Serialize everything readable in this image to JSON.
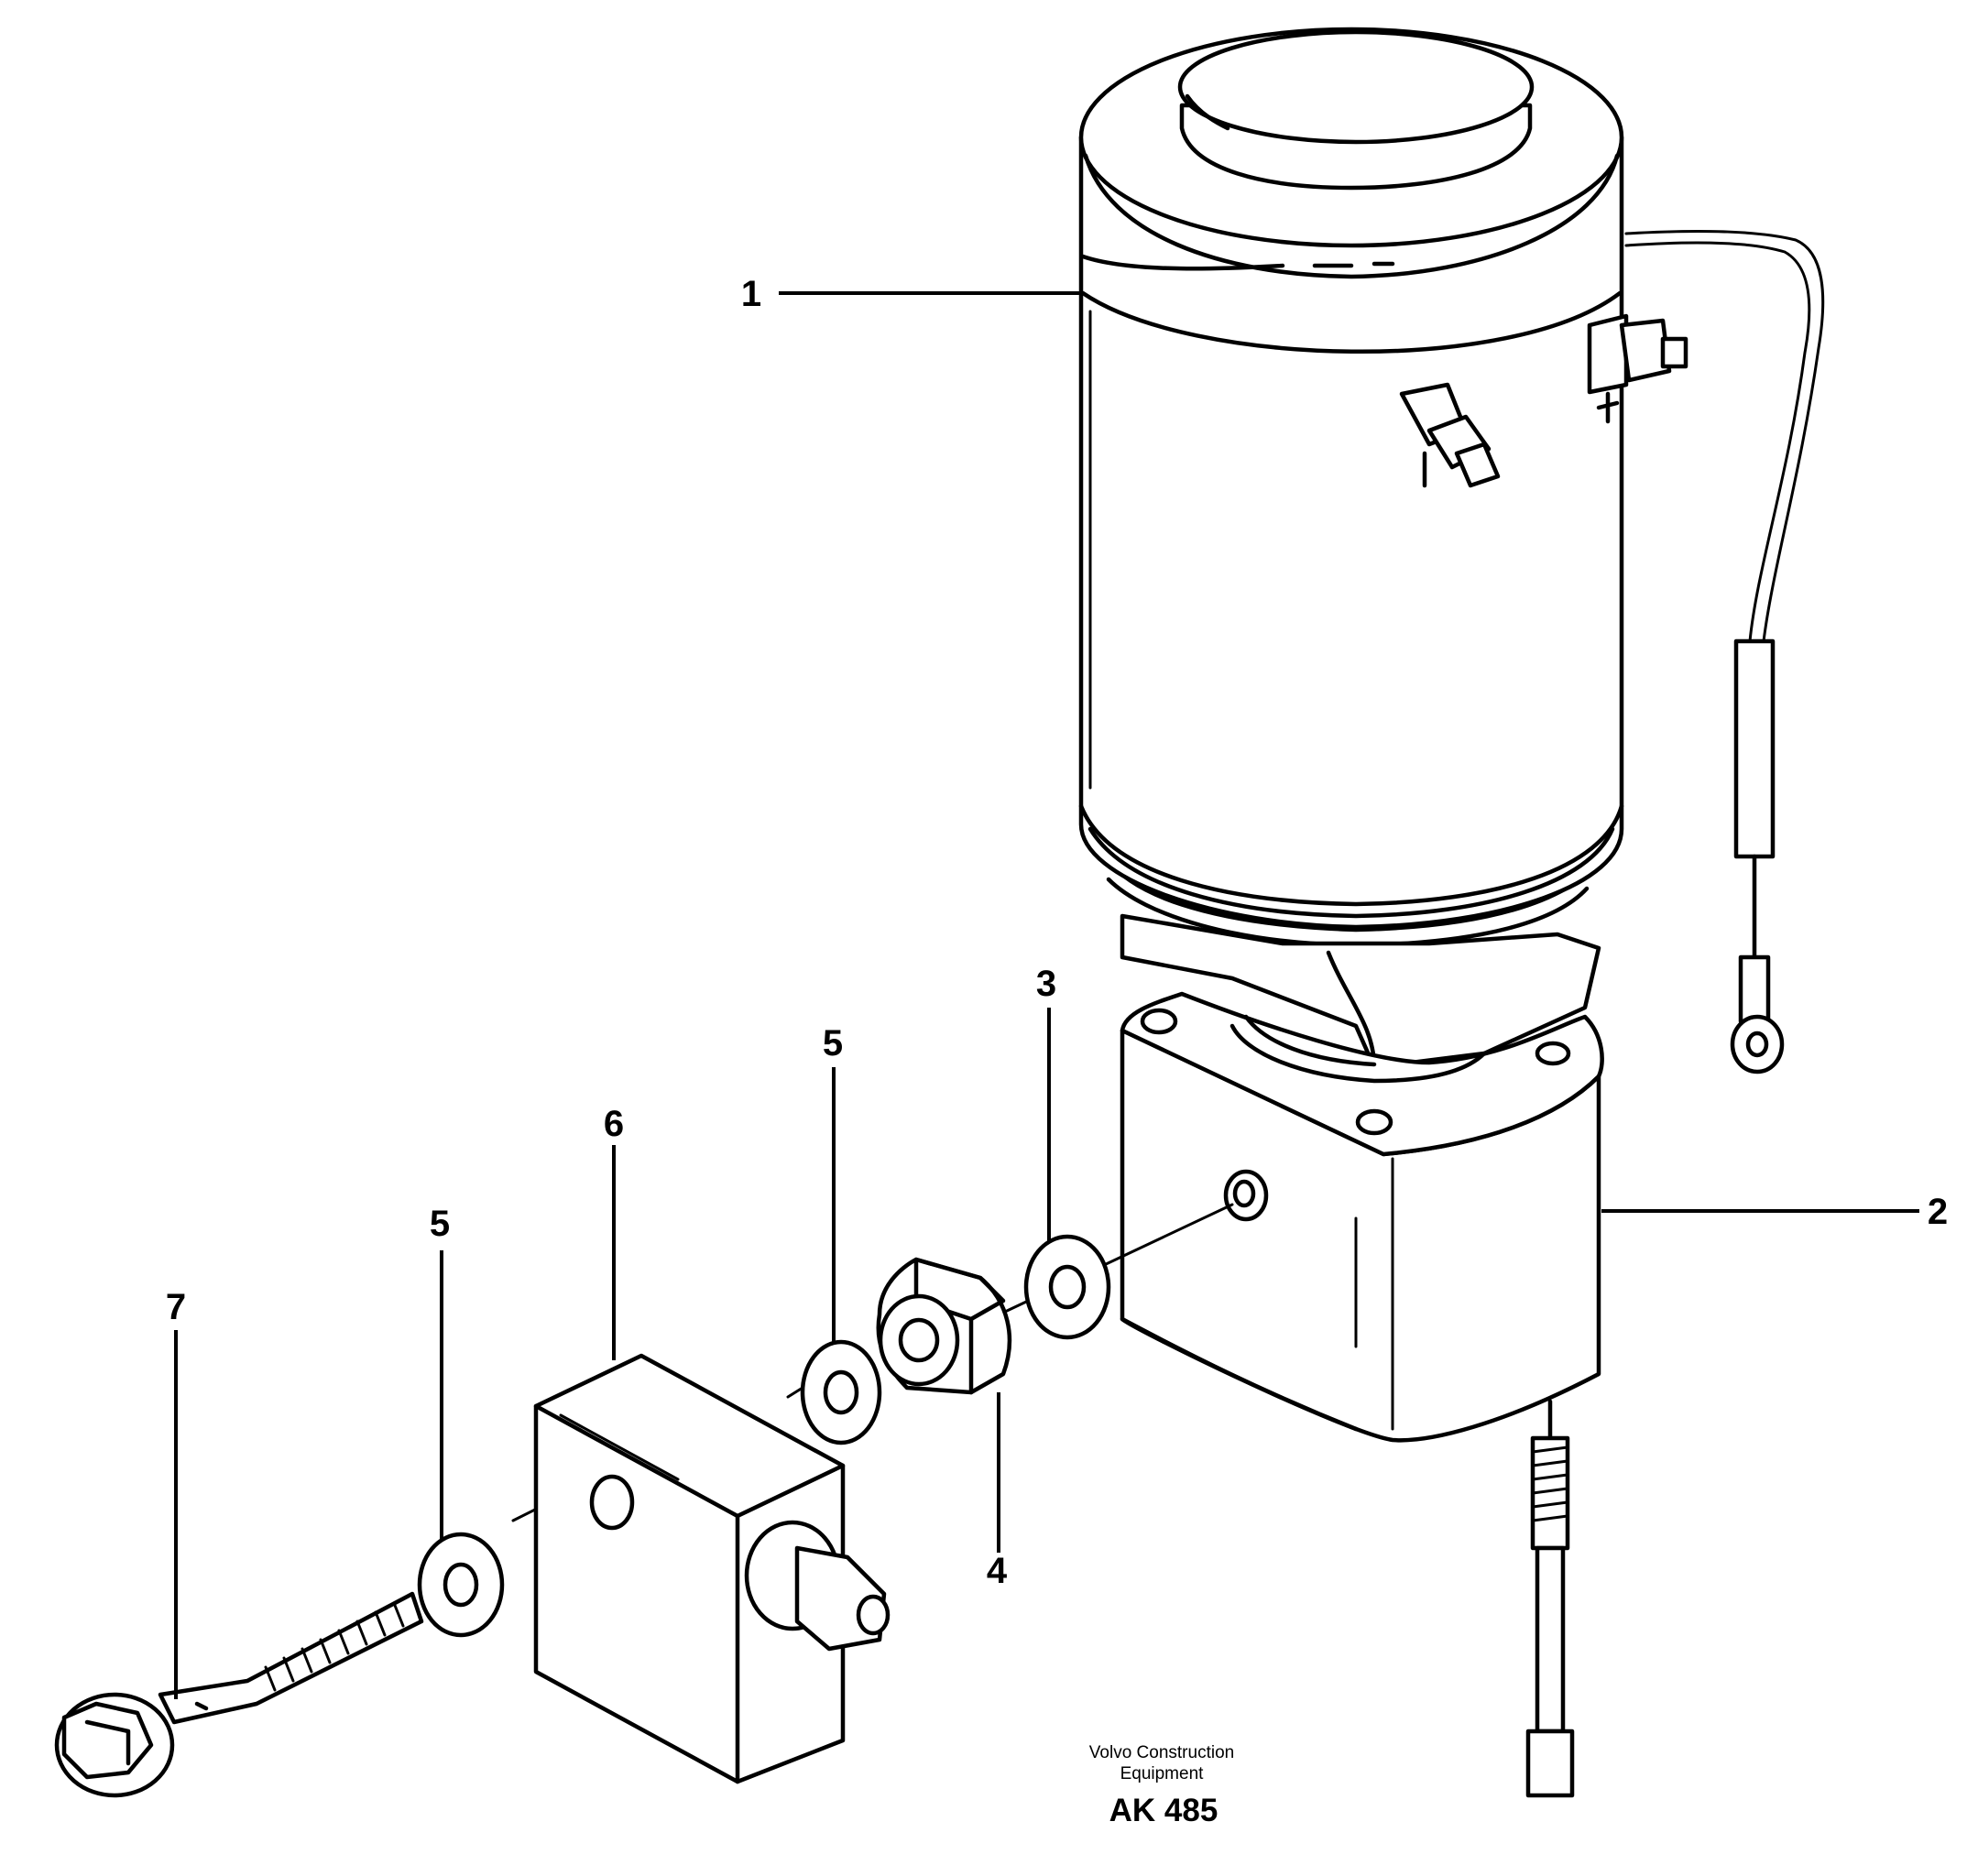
{
  "callouts": {
    "c1": "1",
    "c2": "2",
    "c3": "3",
    "c4": "4",
    "c5a": "5",
    "c5b": "5",
    "c6": "6",
    "c7": "7"
  },
  "credit": {
    "line1": "Volvo Construction",
    "line2": "Equipment"
  },
  "drawing_code": "AK 485"
}
